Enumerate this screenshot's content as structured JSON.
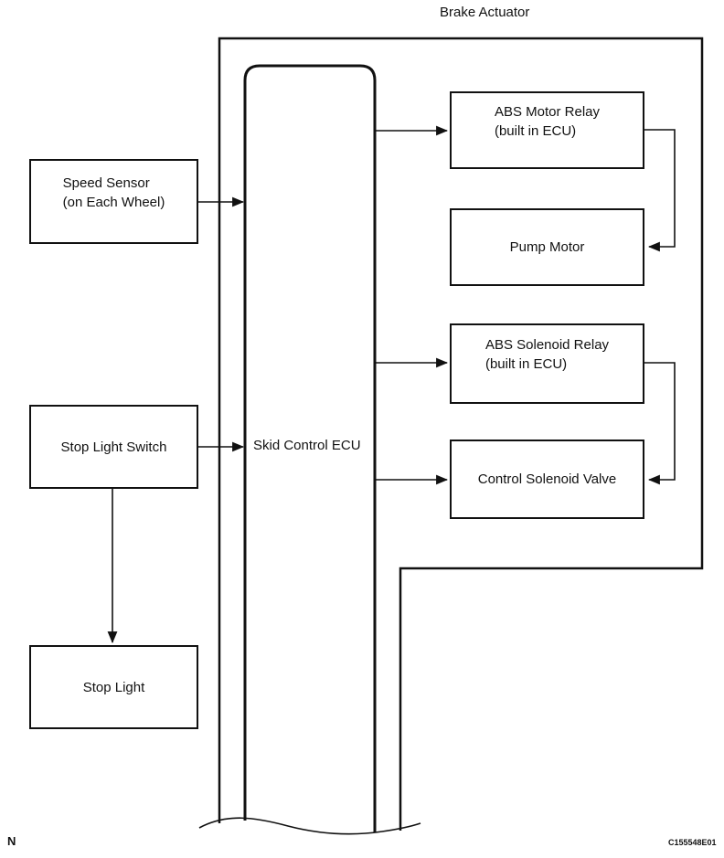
{
  "header": {
    "title": "Brake Actuator"
  },
  "ecu": {
    "label": "Skid Control ECU"
  },
  "boxes": {
    "speed_sensor": {
      "line1": "Speed Sensor",
      "line2": "(on Each Wheel)"
    },
    "stop_light_switch": {
      "label": "Stop Light Switch"
    },
    "stop_light": {
      "label": "Stop Light"
    },
    "abs_motor_relay": {
      "line1": "ABS Motor Relay",
      "line2": "(built in ECU)"
    },
    "pump_motor": {
      "label": "Pump Motor"
    },
    "abs_solenoid_relay": {
      "line1": "ABS Solenoid Relay",
      "line2": "(built in ECU)"
    },
    "control_solenoid_valve": {
      "label": "Control Solenoid Valve"
    }
  },
  "footer": {
    "page_mark": "N",
    "figure_code": "C155548E01"
  },
  "connections": [
    {
      "from": "Speed Sensor (on Each Wheel)",
      "to": "Skid Control ECU",
      "arrow": "into-ecu"
    },
    {
      "from": "Stop Light Switch",
      "to": "Skid Control ECU",
      "arrow": "into-ecu"
    },
    {
      "from": "Stop Light Switch",
      "to": "Stop Light",
      "arrow": "down"
    },
    {
      "from": "Skid Control ECU",
      "to": "ABS Motor Relay (built in ECU)",
      "arrow": "right"
    },
    {
      "from": "ABS Motor Relay (built in ECU)",
      "to": "Pump Motor",
      "arrow": "elbow-left"
    },
    {
      "from": "Skid Control ECU",
      "to": "ABS Solenoid Relay (built in ECU)",
      "arrow": "right"
    },
    {
      "from": "ABS Solenoid Relay (built in ECU)",
      "to": "Control Solenoid Valve",
      "arrow": "elbow-left"
    },
    {
      "from": "Skid Control ECU",
      "to": "Control Solenoid Valve",
      "arrow": "right"
    }
  ],
  "colors": {
    "ink": "#111111",
    "background": "#ffffff"
  }
}
